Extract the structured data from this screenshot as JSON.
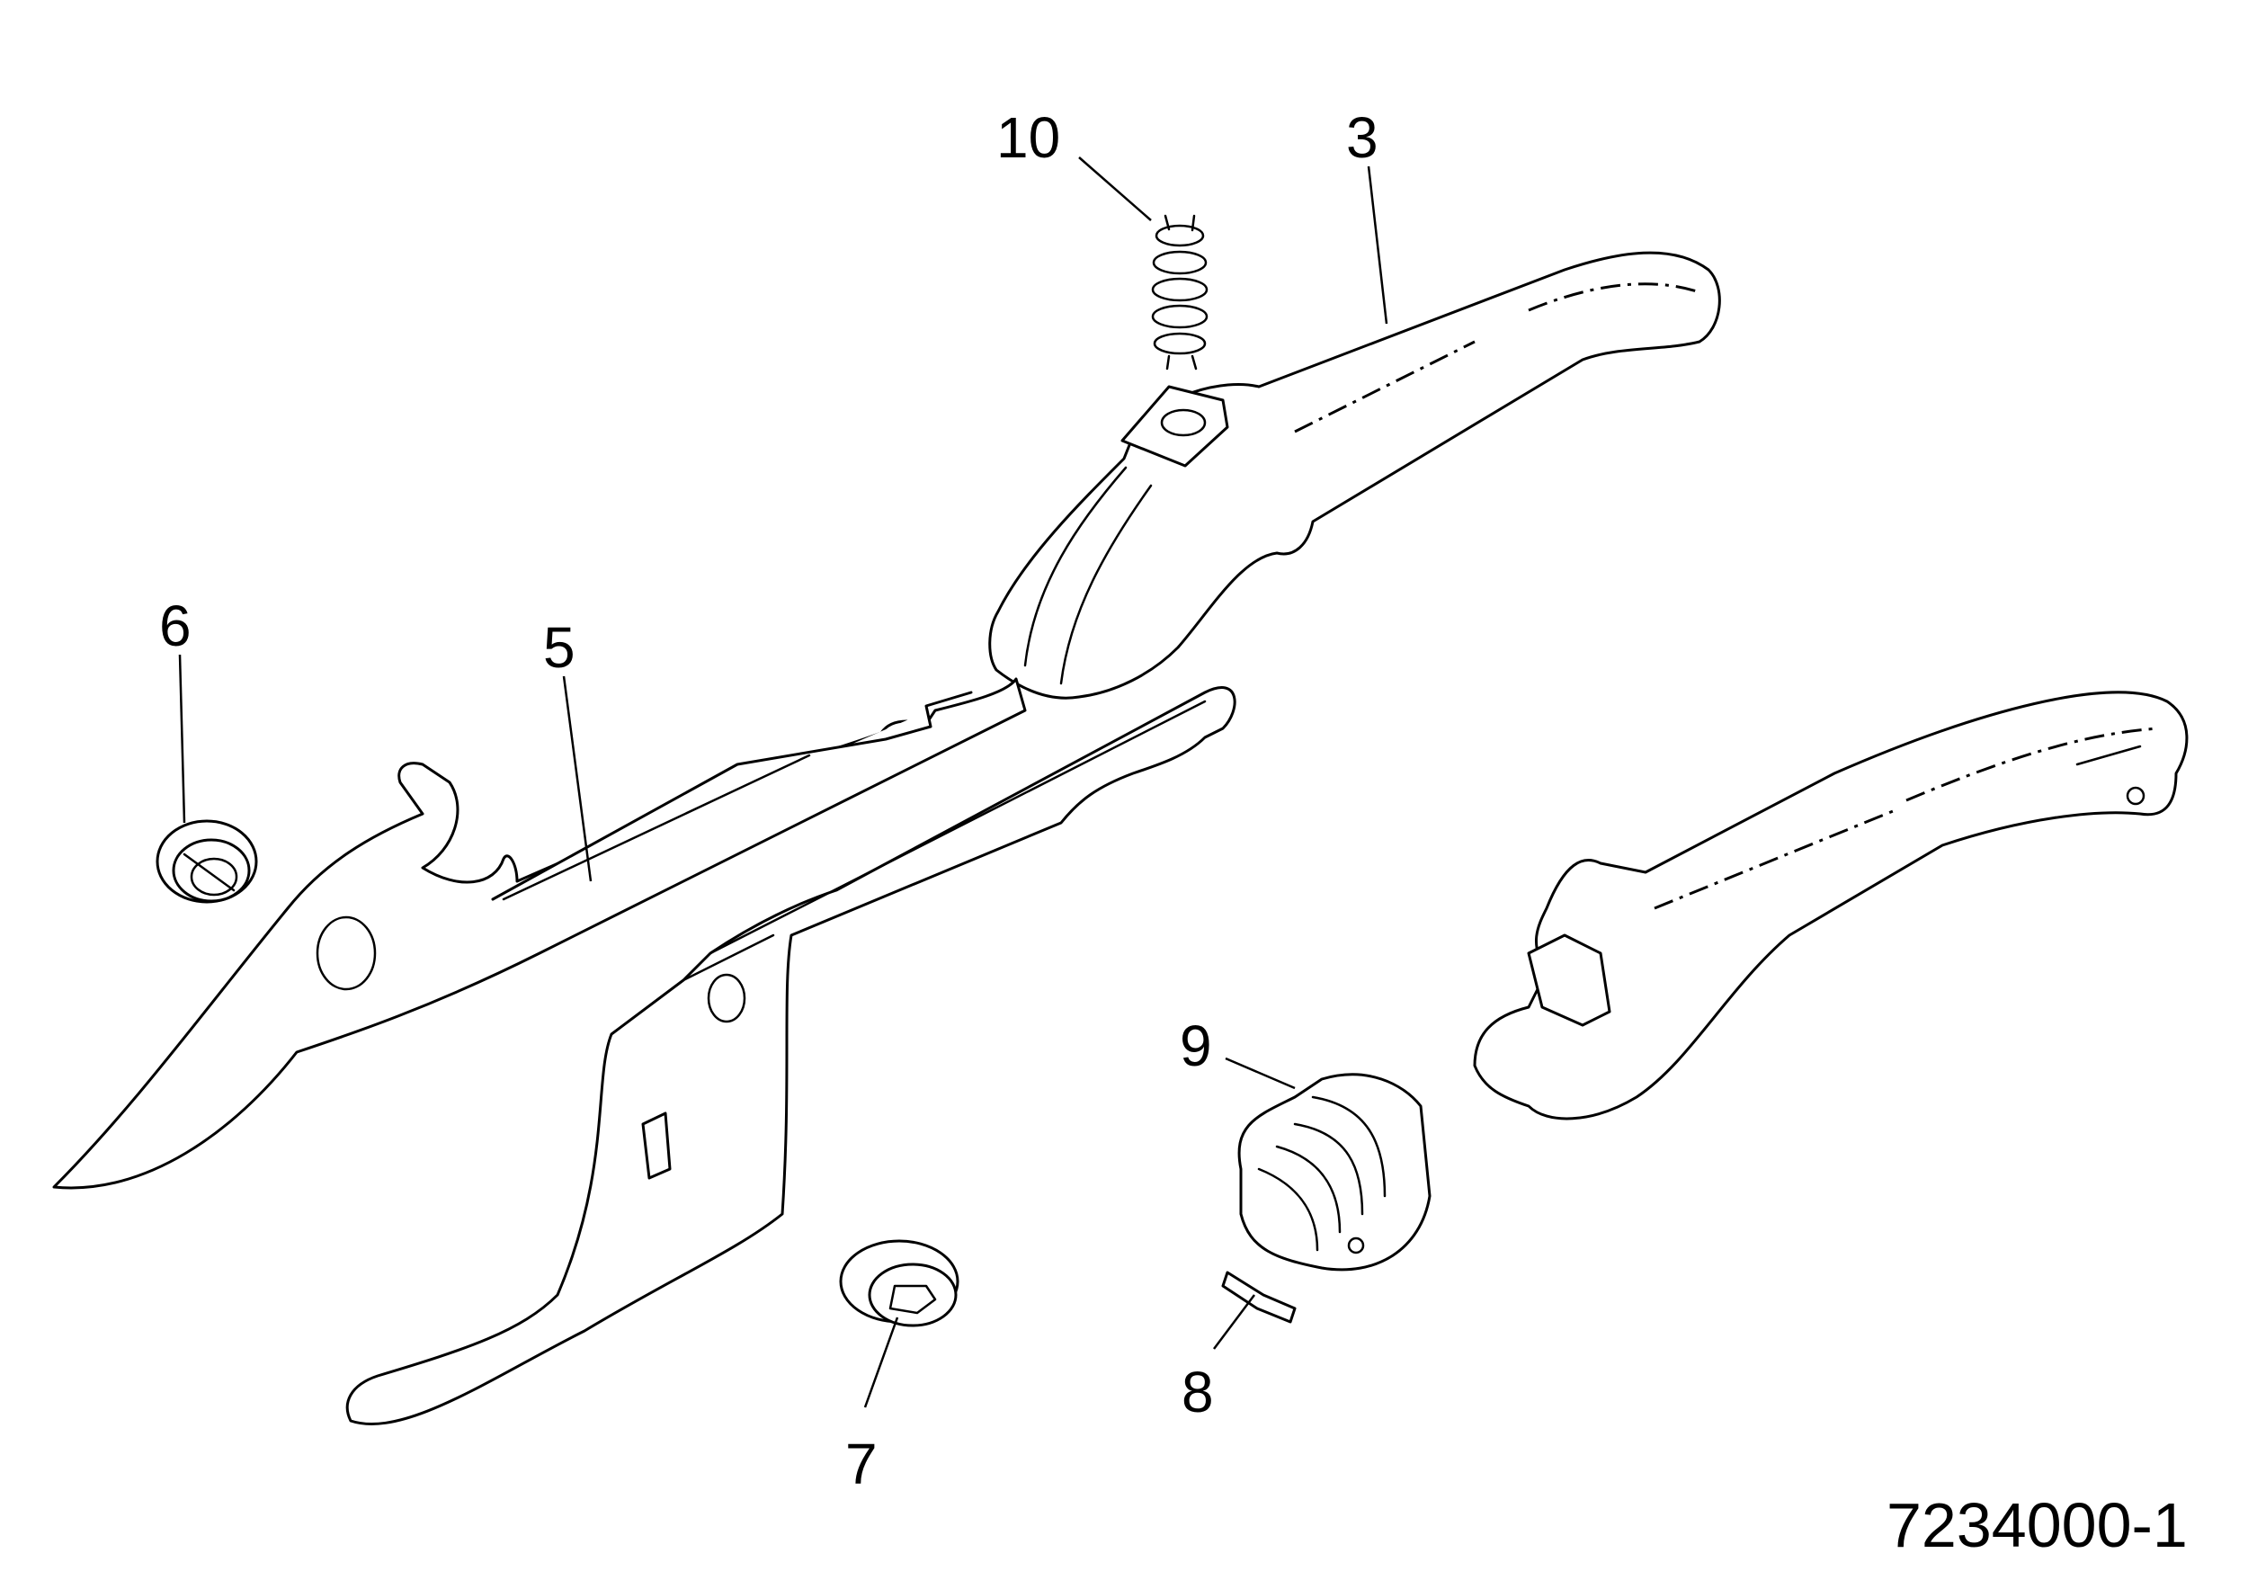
{
  "diagram": {
    "reference_code": "7234000-1",
    "callouts": [
      {
        "key": "10",
        "label": "10"
      },
      {
        "key": "3",
        "label": "3"
      },
      {
        "key": "6",
        "label": "6"
      },
      {
        "key": "5",
        "label": "5"
      },
      {
        "key": "9",
        "label": "9"
      },
      {
        "key": "8",
        "label": "8"
      },
      {
        "key": "7",
        "label": "7"
      }
    ]
  }
}
